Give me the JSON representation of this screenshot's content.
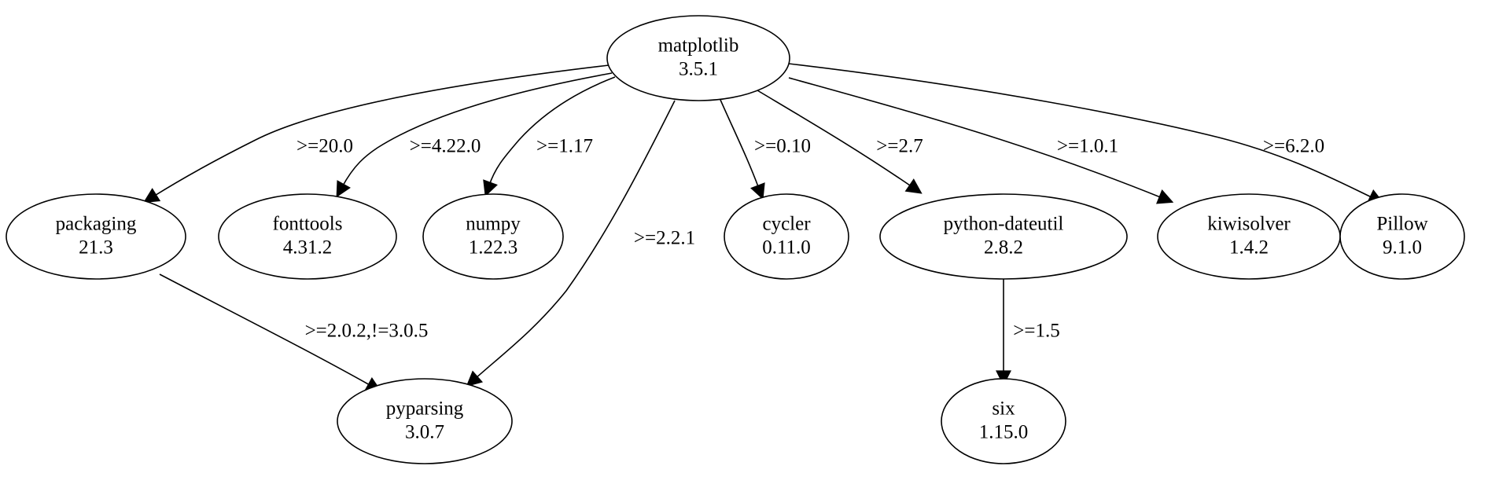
{
  "nodes": [
    {
      "id": "matplotlib",
      "name": "matplotlib",
      "version": "3.5.1"
    },
    {
      "id": "packaging",
      "name": "packaging",
      "version": "21.3"
    },
    {
      "id": "fonttools",
      "name": "fonttools",
      "version": "4.31.2"
    },
    {
      "id": "numpy",
      "name": "numpy",
      "version": "1.22.3"
    },
    {
      "id": "cycler",
      "name": "cycler",
      "version": "0.11.0"
    },
    {
      "id": "python-dateutil",
      "name": "python-dateutil",
      "version": "2.8.2"
    },
    {
      "id": "kiwisolver",
      "name": "kiwisolver",
      "version": "1.4.2"
    },
    {
      "id": "pillow",
      "name": "Pillow",
      "version": "9.1.0"
    },
    {
      "id": "pyparsing",
      "name": "pyparsing",
      "version": "3.0.7"
    },
    {
      "id": "six",
      "name": "six",
      "version": "1.15.0"
    }
  ],
  "edges": [
    {
      "from": "matplotlib",
      "to": "packaging",
      "label": ">=20.0"
    },
    {
      "from": "matplotlib",
      "to": "fonttools",
      "label": ">=4.22.0"
    },
    {
      "from": "matplotlib",
      "to": "numpy",
      "label": ">=1.17"
    },
    {
      "from": "matplotlib",
      "to": "pyparsing",
      "label": ">=2.2.1"
    },
    {
      "from": "matplotlib",
      "to": "cycler",
      "label": ">=0.10"
    },
    {
      "from": "matplotlib",
      "to": "python-dateutil",
      "label": ">=2.7"
    },
    {
      "from": "matplotlib",
      "to": "kiwisolver",
      "label": ">=1.0.1"
    },
    {
      "from": "matplotlib",
      "to": "pillow",
      "label": ">=6.2.0"
    },
    {
      "from": "packaging",
      "to": "pyparsing",
      "label": ">=2.0.2,!=3.0.5"
    },
    {
      "from": "python-dateutil",
      "to": "six",
      "label": ">=1.5"
    }
  ]
}
